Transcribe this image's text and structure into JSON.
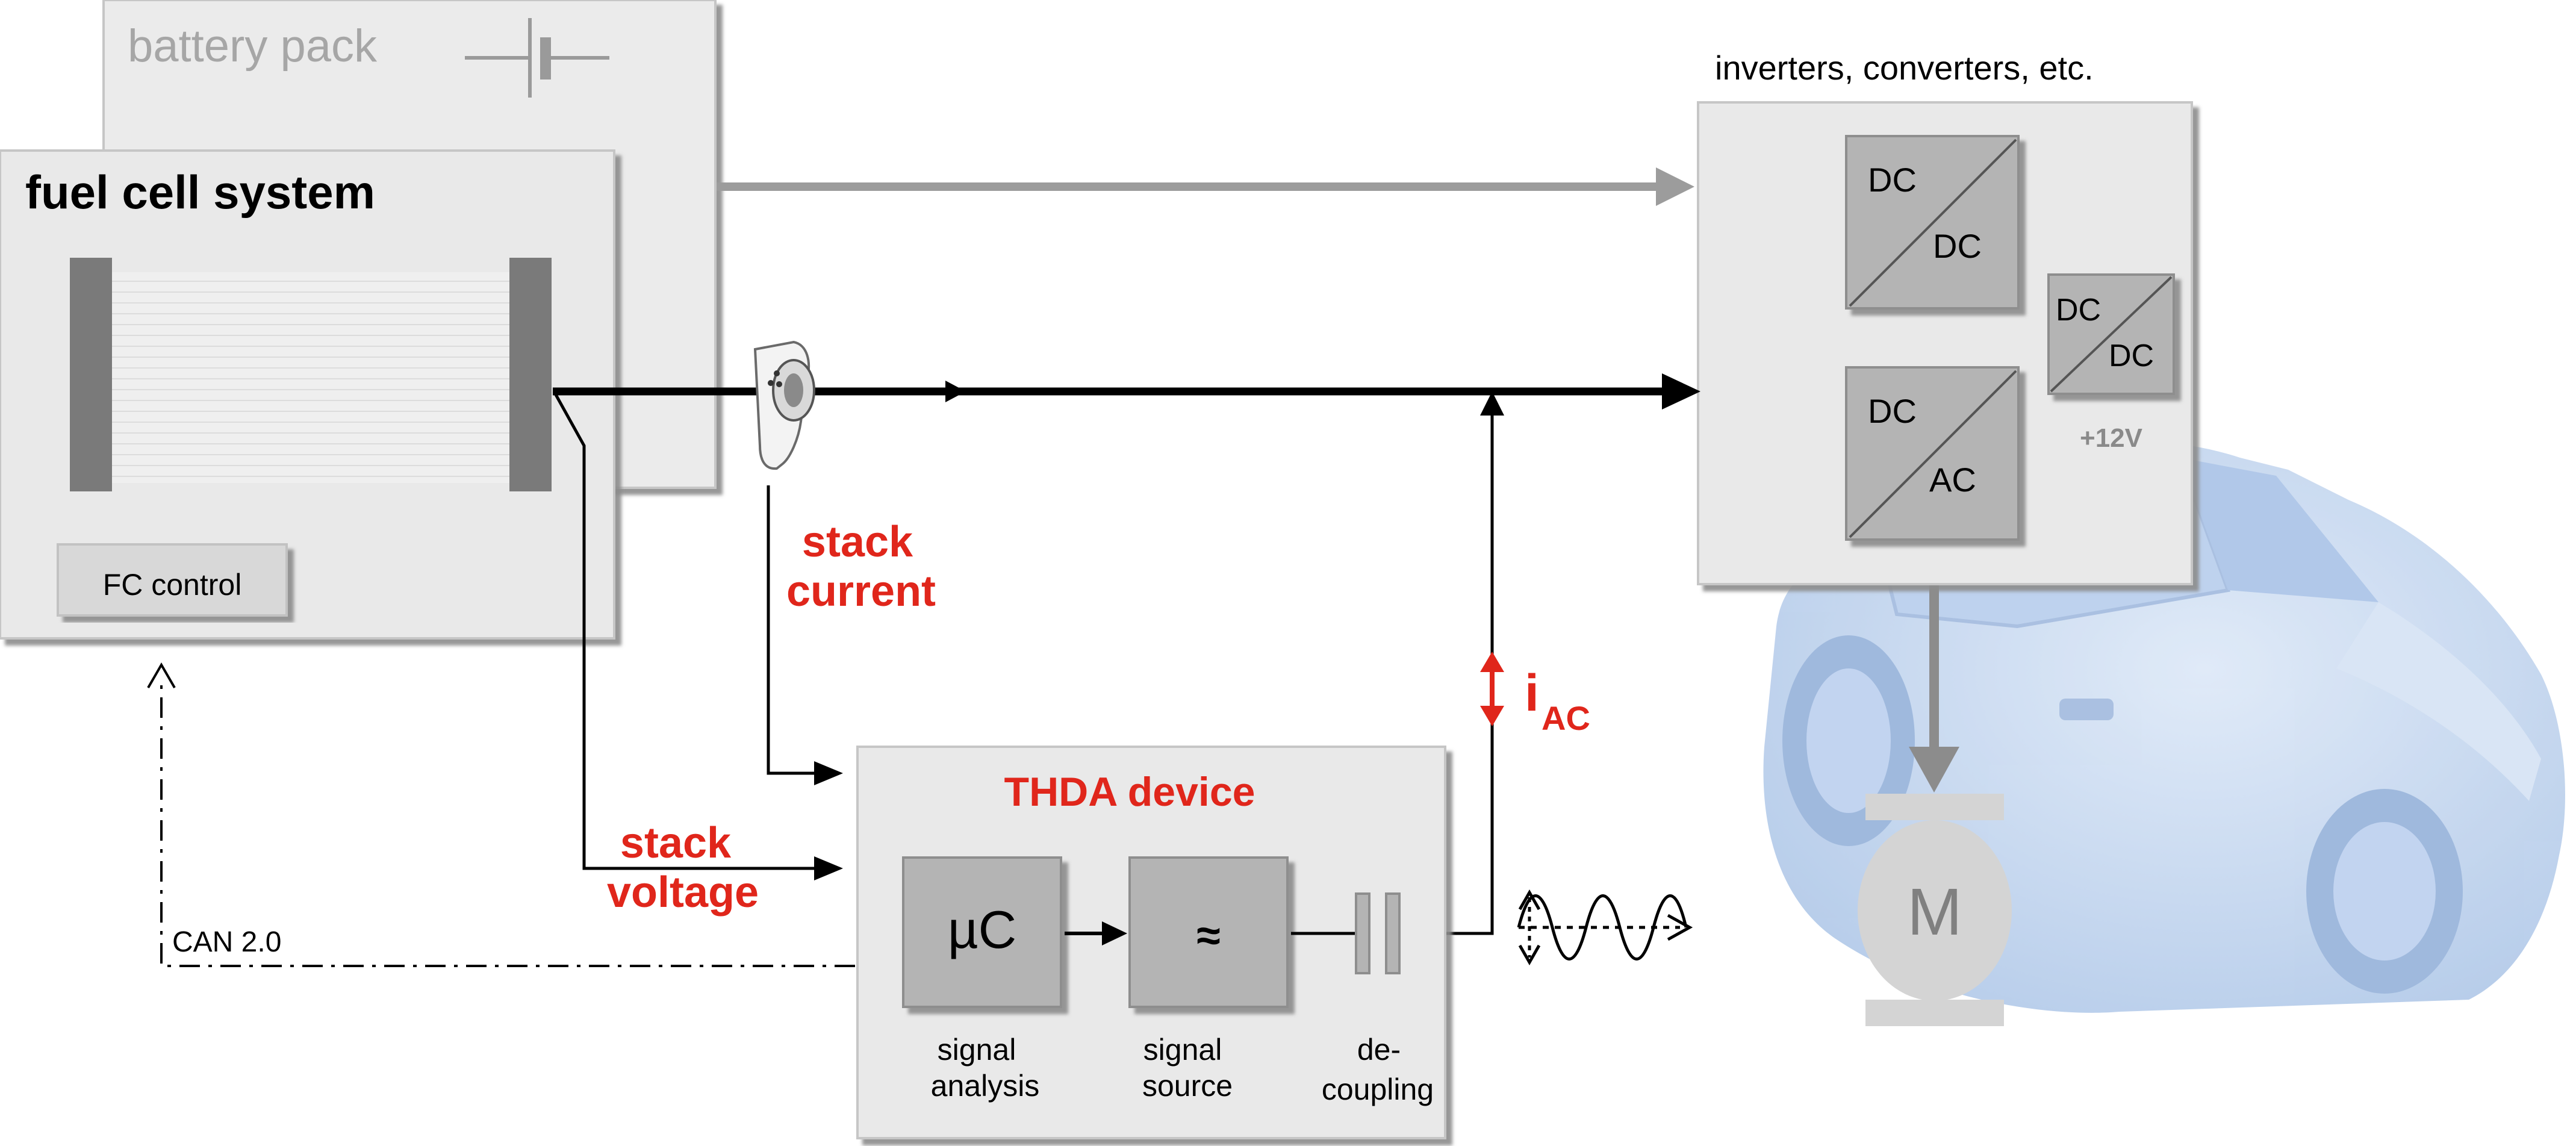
{
  "battery": {
    "label": "battery pack"
  },
  "fuel_cell": {
    "title": "fuel cell system",
    "control": "FC control"
  },
  "converters": {
    "title": "inverters, converters, etc.",
    "dcdc_main": {
      "in": "DC",
      "out": "DC"
    },
    "dcac": {
      "in": "DC",
      "out": "AC"
    },
    "dcdc_aux": {
      "in": "DC",
      "out": "DC",
      "voltage": "+12V"
    }
  },
  "motor": {
    "label": "M"
  },
  "signals": {
    "stack_current": [
      "stack",
      "current"
    ],
    "stack_voltage": [
      "stack",
      "voltage"
    ],
    "iac_main": "i",
    "iac_sub": "AC",
    "can": "CAN 2.0"
  },
  "thda": {
    "title": "THDA device",
    "uc": "µC",
    "source": "≈",
    "captions": {
      "analysis": [
        "signal",
        "analysis"
      ],
      "source": [
        "signal",
        "source"
      ],
      "decoupling": [
        "de-",
        "coupling"
      ]
    }
  },
  "colors": {
    "accent_red": "#e0261b",
    "box_fill": "#e9e9e9",
    "converter_fill": "#b4b4b4",
    "car_blue": "#c3d6ef"
  }
}
